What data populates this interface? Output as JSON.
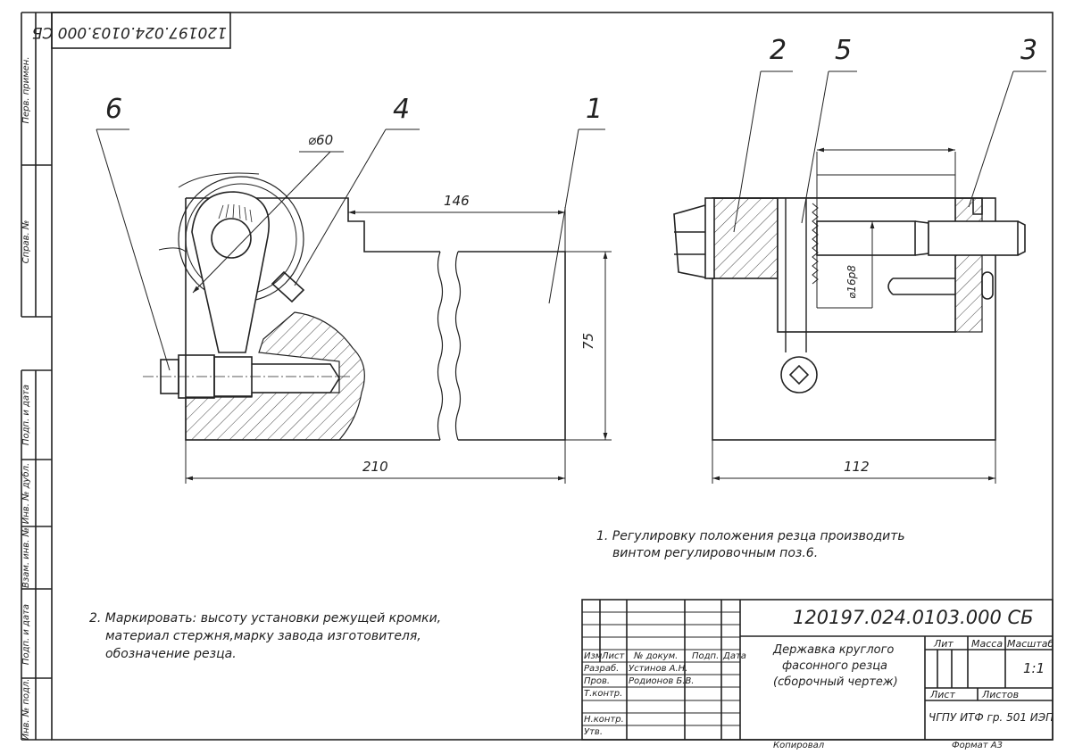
{
  "stamp": {
    "code_mirrored": "120197.024.0103.000 СБ",
    "title_lines": [
      "Державка круглого",
      "фасонного резца",
      "(сборочный чертеж)"
    ],
    "code": "120197.024.0103.000 СБ",
    "headers": {
      "izm": "Изм",
      "list": "Лист",
      "doc": "№ докум.",
      "podp": "Подп.",
      "data": "Дата"
    },
    "roles": {
      "razrab": "Разраб.",
      "prov": "Пров.",
      "tkontr": "Т.контр.",
      "nkontr": "Н.контр.",
      "utv": "Утв."
    },
    "names": {
      "razrab": "Устинов А.Н.",
      "prov": "Родионов Б.В."
    },
    "lit": "Лит",
    "massa": "Масса",
    "masshtab": "Масштаб",
    "scale": "1:1",
    "list_label": "Лист",
    "listov_label": "Листов",
    "org": "ЧГПУ ИТФ гр. 501 ИЭП",
    "copied": "Копировал",
    "format": "Формат А3"
  },
  "side_labels": [
    "Перв. примен.",
    "Справ. №",
    "Подп. и дата",
    "Инв. № дубл.",
    "Взам. инв. №",
    "Подп. и дата",
    "Инв. № подл."
  ],
  "callouts": [
    "6",
    "4",
    "1",
    "2",
    "5",
    "3"
  ],
  "dims": {
    "d_phi": "⌀60",
    "d146": "146",
    "d75": "75",
    "d210": "210",
    "d112": "112",
    "d_fit": "⌀16p8"
  },
  "notes": {
    "n1": [
      "1. Регулировку положения резца производить",
      "винтом регулировочным поз.6."
    ],
    "n2": [
      "2. Маркировать: высоту установки режущей кромки,",
      "материал стержня,марку завода изготовителя,",
      "обозначение резца."
    ]
  }
}
